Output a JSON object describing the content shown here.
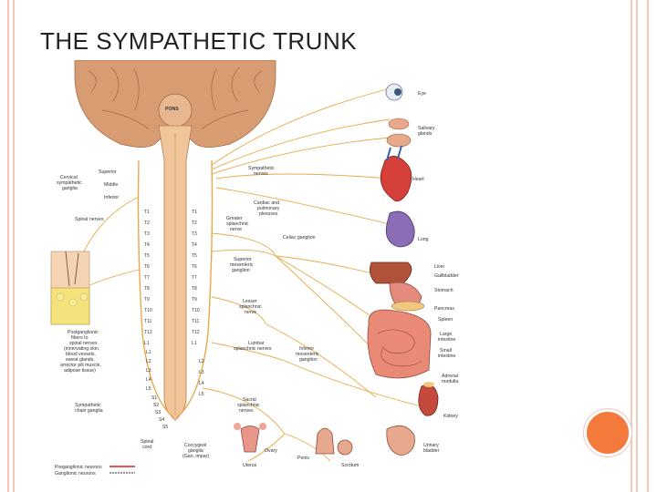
{
  "slide": {
    "title": "THE SYMPATHETIC TRUNK",
    "colors": {
      "accent": "#f47a3c",
      "border": "#f4c7bb",
      "nerve": "#e8a94a",
      "brain": "#d79d74"
    }
  },
  "figure": {
    "brain_label": "PONS",
    "left_labels": {
      "superior": "Superior",
      "cervical_ganglia_1": "Cervical",
      "cervical_ganglia_2": "sympathetic",
      "cervical_ganglia_3": "ganglia",
      "middle": "Middle",
      "inferior": "Inferior",
      "spinal_nerves": "Spinal nerves",
      "postganglionic": [
        "Postganglionic",
        "fibers to",
        "spinal nerves",
        "(innervating skin,",
        "blood vessels,",
        "sweat glands,",
        "arrector pili muscle,",
        "adipose tissue)"
      ],
      "chain_ganglia": [
        "Sympathetic",
        "chain ganglia"
      ],
      "spinal_cord": [
        "Spinal",
        "cord"
      ],
      "coccygeal": [
        "Coccygeal",
        "ganglia",
        "(Gan. impar)"
      ]
    },
    "vertebral_left": [
      "T1",
      "T2",
      "T3",
      "T4",
      "T5",
      "T6",
      "T7",
      "T8",
      "T9",
      "T10",
      "T11",
      "T12",
      "L1"
    ],
    "vertebral_right": [
      "T1",
      "T2",
      "T3",
      "T4",
      "T5",
      "T6",
      "T7",
      "T8",
      "T9",
      "T10",
      "T11",
      "T12",
      "L1",
      "L2",
      "L3",
      "L4",
      "L5"
    ],
    "inner_left_lower": [
      "L1",
      "L2",
      "L3",
      "L4",
      "L5",
      "S1",
      "S2",
      "S3",
      "S4",
      "S5"
    ],
    "middle_labels": {
      "sympathetic_nerves": [
        "Sympathetic",
        "nerves"
      ],
      "cardiac_pulmonary": [
        "Cardiac and",
        "pulmonary",
        "plexuses"
      ],
      "greater_splanchnic": [
        "Greater",
        "splanchnic",
        "nerve"
      ],
      "celiac_ganglion": "Celiac ganglion",
      "superior_mesenteric": [
        "Superior",
        "mesenteric",
        "ganglion"
      ],
      "lesser_splanchnic": [
        "Lesser",
        "splanchnic",
        "nerve"
      ],
      "lumbar_splanchnic": [
        "Lumbar",
        "splanchnic nerves"
      ],
      "inferior_mesenteric": [
        "Inferior",
        "mesenteric",
        "ganglion"
      ],
      "sacral_splanchnic": [
        "Sacral",
        "splanchnic",
        "nerves"
      ]
    },
    "organ_labels": {
      "eye": "Eye",
      "salivary": [
        "Salivary",
        "glands"
      ],
      "heart": "Heart",
      "lung": "Lung",
      "liver": "Liver",
      "gallbladder": "Gallbladder",
      "stomach": "Stomach",
      "pancreas": "Pancreas",
      "spleen": "Spleen",
      "large_intestine": [
        "Large",
        "intestine"
      ],
      "small_intestine": [
        "Small",
        "intestine"
      ],
      "adrenal": [
        "Adrenal",
        "medulla"
      ],
      "kidney": "Kidney",
      "urinary_bladder": [
        "Urinary",
        "bladder"
      ],
      "ovary": "Ovary",
      "penis": "Penis",
      "scrotum": "Scrotum",
      "uterus": "Uterus"
    },
    "legend": {
      "preganglionic": "Preganglionic neurons",
      "ganglionic": "Ganglionic neurons",
      "pre_color": "#d22222",
      "gan_color": "#333333"
    }
  }
}
